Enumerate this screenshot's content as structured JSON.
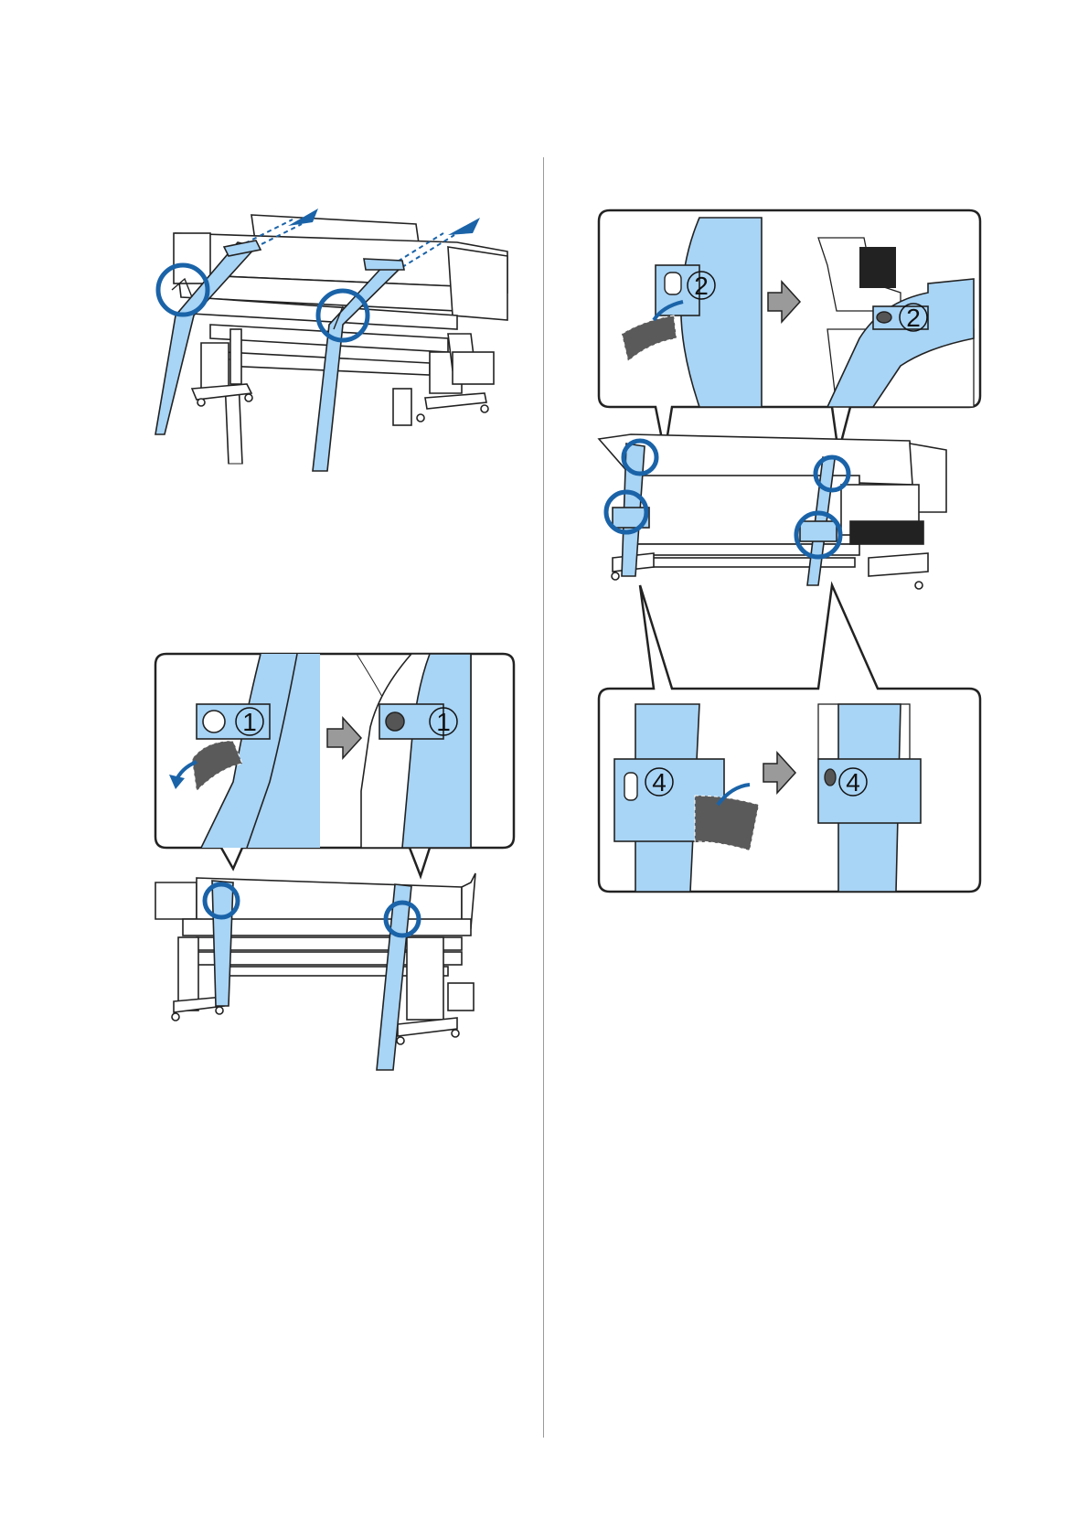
{
  "page": {
    "callouts": {
      "label_1": "1",
      "label_2": "2",
      "label_4": "4"
    },
    "colors": {
      "strap_blue": "#a8d4f5",
      "circle_blue": "#1a63a8",
      "arrow_gray": "#9a9a9a",
      "adhesive_dark": "#5a5a5a",
      "line": "#222222"
    },
    "icons": [
      "direction-arrow-icon",
      "curved-arrow-icon",
      "screw-icon",
      "highlight-circle-icon"
    ]
  }
}
